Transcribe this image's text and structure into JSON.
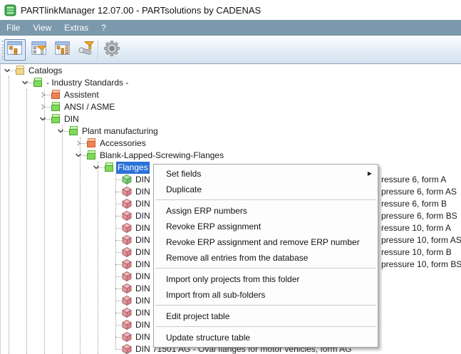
{
  "window": {
    "title": "PARTlinkManager 12.07.00 - PARTsolutions by CADENAS",
    "app_icon": "database-icon"
  },
  "menubar": {
    "items": [
      "File",
      "View",
      "Extras",
      "?"
    ]
  },
  "toolbar": {
    "buttons": [
      {
        "icon": "tree-view-icon",
        "selected": true,
        "disabled": false
      },
      {
        "icon": "tree-filter-icon",
        "selected": false,
        "disabled": false
      },
      {
        "icon": "tree-list-icon",
        "selected": false,
        "disabled": false
      },
      {
        "icon": "screw-filter-icon",
        "selected": false,
        "disabled": false
      },
      {
        "icon": "settings-gear-icon",
        "selected": false,
        "disabled": true
      }
    ]
  },
  "tree": {
    "rows": [
      {
        "label": "Catalogs",
        "level": 0,
        "icon": "folder-yellow",
        "expand": "expanded",
        "selected": false
      },
      {
        "label": "- Industry Standards -",
        "level": 1,
        "icon": "folder-green",
        "expand": "expanded",
        "selected": false
      },
      {
        "label": "Assistent",
        "level": 2,
        "icon": "folder-orange",
        "expand": "collapsed",
        "selected": false
      },
      {
        "label": "ANSI / ASME",
        "level": 2,
        "icon": "folder-green",
        "expand": "collapsed",
        "selected": false
      },
      {
        "label": "DIN",
        "level": 2,
        "icon": "folder-green",
        "expand": "expanded",
        "selected": false
      },
      {
        "label": "Plant manufacturing",
        "level": 3,
        "icon": "folder-green",
        "expand": "expanded",
        "selected": false
      },
      {
        "label": "Accessories",
        "level": 4,
        "icon": "folder-orange",
        "expand": "collapsed",
        "selected": false
      },
      {
        "label": "Blank-Lapped-Screwing-Flanges",
        "level": 4,
        "icon": "folder-green",
        "expand": "expanded",
        "selected": false
      },
      {
        "label": "Flanges",
        "level": 5,
        "icon": "folder-green",
        "expand": "expanded",
        "selected": true
      },
      {
        "label": "DIN",
        "level": 6,
        "icon": "cube-green",
        "expand": null,
        "selected": false,
        "tail": "ressure 6, form A"
      },
      {
        "label": "DIN",
        "level": 6,
        "icon": "cube-red",
        "expand": null,
        "selected": false,
        "tail": "pressure 6, form AS"
      },
      {
        "label": "DIN",
        "level": 6,
        "icon": "cube-red",
        "expand": null,
        "selected": false,
        "tail": "ressure 6, form B"
      },
      {
        "label": "DIN",
        "level": 6,
        "icon": "cube-red",
        "expand": null,
        "selected": false,
        "tail": "pressure 6, form BS"
      },
      {
        "label": "DIN",
        "level": 6,
        "icon": "cube-red",
        "expand": null,
        "selected": false,
        "tail": "ressure 10, form A"
      },
      {
        "label": "DIN",
        "level": 6,
        "icon": "cube-red",
        "expand": null,
        "selected": false,
        "tail": "pressure 10, form AS"
      },
      {
        "label": "DIN",
        "level": 6,
        "icon": "cube-red",
        "expand": null,
        "selected": false,
        "tail": "ressure 10, form B"
      },
      {
        "label": "DIN",
        "level": 6,
        "icon": "cube-red",
        "expand": null,
        "selected": false,
        "tail": "pressure 10, form BS"
      },
      {
        "label": "DIN",
        "level": 6,
        "icon": "cube-red",
        "expand": null,
        "selected": false
      },
      {
        "label": "DIN",
        "level": 6,
        "icon": "cube-red",
        "expand": null,
        "selected": false
      },
      {
        "label": "DIN",
        "level": 6,
        "icon": "cube-red",
        "expand": null,
        "selected": false
      },
      {
        "label": "DIN",
        "level": 6,
        "icon": "cube-red",
        "expand": null,
        "selected": false
      },
      {
        "label": "DIN",
        "level": 6,
        "icon": "cube-red",
        "expand": null,
        "selected": false
      },
      {
        "label": "DIN",
        "level": 6,
        "icon": "cube-red",
        "expand": null,
        "selected": false
      },
      {
        "label": "DIN 71501 AG - Oval flanges for motor vehicles, form AG",
        "level": 6,
        "icon": "cube-red",
        "expand": null,
        "selected": false
      }
    ]
  },
  "context_menu": {
    "items": [
      {
        "label": "Set fields",
        "submenu": true
      },
      {
        "label": "Duplicate"
      },
      {
        "separator": true
      },
      {
        "label": "Assign ERP numbers"
      },
      {
        "label": "Revoke ERP assignment"
      },
      {
        "label": "Revoke ERP assignment and remove ERP number"
      },
      {
        "label": "Remove all entries from the database"
      },
      {
        "separator": true
      },
      {
        "label": "Import only projects from this folder"
      },
      {
        "label": "Import from all sub-folders"
      },
      {
        "separator": true
      },
      {
        "label": "Edit project table"
      },
      {
        "separator": true
      },
      {
        "label": "Update structure table"
      }
    ]
  },
  "colors": {
    "menubar_bg": "#7b98ac",
    "selection_bg": "#2b71d9",
    "folder_yellow": "#f2d88d",
    "folder_green": "#7fd95a",
    "folder_orange": "#ef8152",
    "cube_red": "#e6959c",
    "cube_green": "#86d483",
    "menu_bg": "#fdfdfd",
    "menu_border": "#a6a6a6"
  }
}
